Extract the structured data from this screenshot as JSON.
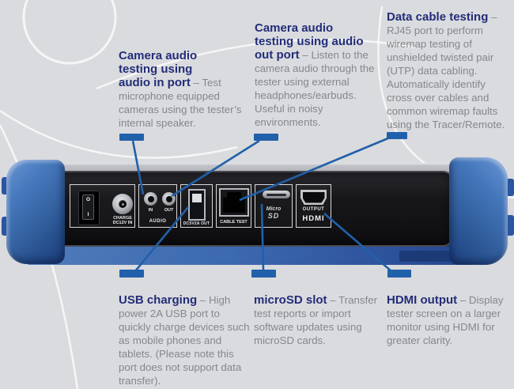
{
  "colors": {
    "background": "#dadbde",
    "title_navy": "#232d79",
    "body_gray": "#85878b",
    "connector_blue": "#2160aa",
    "device_blue": "#3a69b0"
  },
  "callouts": [
    {
      "id": "audio-in",
      "title": "Camera audio\ntesting using\naudio in port",
      "body": "– Test microphone equipped cameras using the tester’s internal speaker."
    },
    {
      "id": "audio-out",
      "title": "Camera audio\ntesting using audio\nout port",
      "body": "– Listen to the camera audio through the tester using external headphones/earbuds. Useful in noisy environments."
    },
    {
      "id": "data-cable",
      "title": "Data cable testing",
      "body": "– RJ45 port to perform wiremap testing of unshielded twisted pair (UTP) data cabling. Automatically identify cross over cables and common wiremap faults using the Tracer/Remote."
    },
    {
      "id": "usb-charging",
      "title": "USB charging",
      "body": "– High power 2A USB port to quickly charge devices such as mobile phones and tablets. (Please note this port does not support data transfer)."
    },
    {
      "id": "microsd",
      "title": "microSD slot",
      "body": "– Transfer test reports or import software updates using microSD cards."
    },
    {
      "id": "hdmi",
      "title": "HDMI output",
      "body": "– Display tester screen on a larger monitor using HDMI for greater clarity."
    }
  ],
  "device": {
    "power_switch": {
      "top": "O",
      "bottom": "I"
    },
    "charge_label": "CHARGE\nDC12V IN",
    "audio": {
      "in": "IN",
      "out": "OUT",
      "label": "AUDIO"
    },
    "usb_label": "DC5V2A OUT",
    "rj45_label": "CABLE TEST",
    "microsd_logo": {
      "line1": "Micro",
      "line2": "SD"
    },
    "hdmi": {
      "output": "OUTPUT",
      "logo": "HDMI"
    }
  }
}
